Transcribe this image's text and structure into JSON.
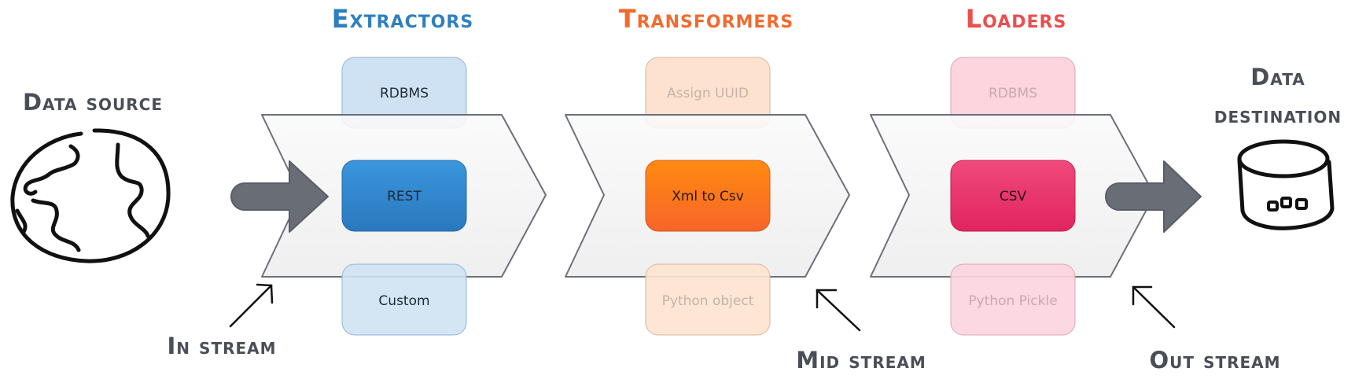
{
  "colors": {
    "extractors": "#2e7fbf",
    "transformers": "#f26a2e",
    "loaders": "#ea4f4f",
    "label_dark": "#4a4e57",
    "chevron_stroke": "#6c707a",
    "arrow": "#686d76"
  },
  "data_source": {
    "label": "Data source",
    "icon": "globe-icon"
  },
  "data_destination": {
    "label_line1": "Data",
    "label_line2": "destination",
    "icon": "database-icon"
  },
  "stages": [
    {
      "title": "Extractors",
      "top_label": "RDBMS",
      "center_label": "REST",
      "bottom_label": "Custom"
    },
    {
      "title": "Transformers",
      "top_label": "Assign UUID",
      "center_label": "Xml to Csv",
      "bottom_label": "Python object"
    },
    {
      "title": "Loaders",
      "top_label": "RDBMS",
      "center_label": "CSV",
      "bottom_label": "Python Pickle"
    }
  ],
  "streams": {
    "in": "In stream",
    "mid": "Mid stream",
    "out": "Out stream"
  }
}
